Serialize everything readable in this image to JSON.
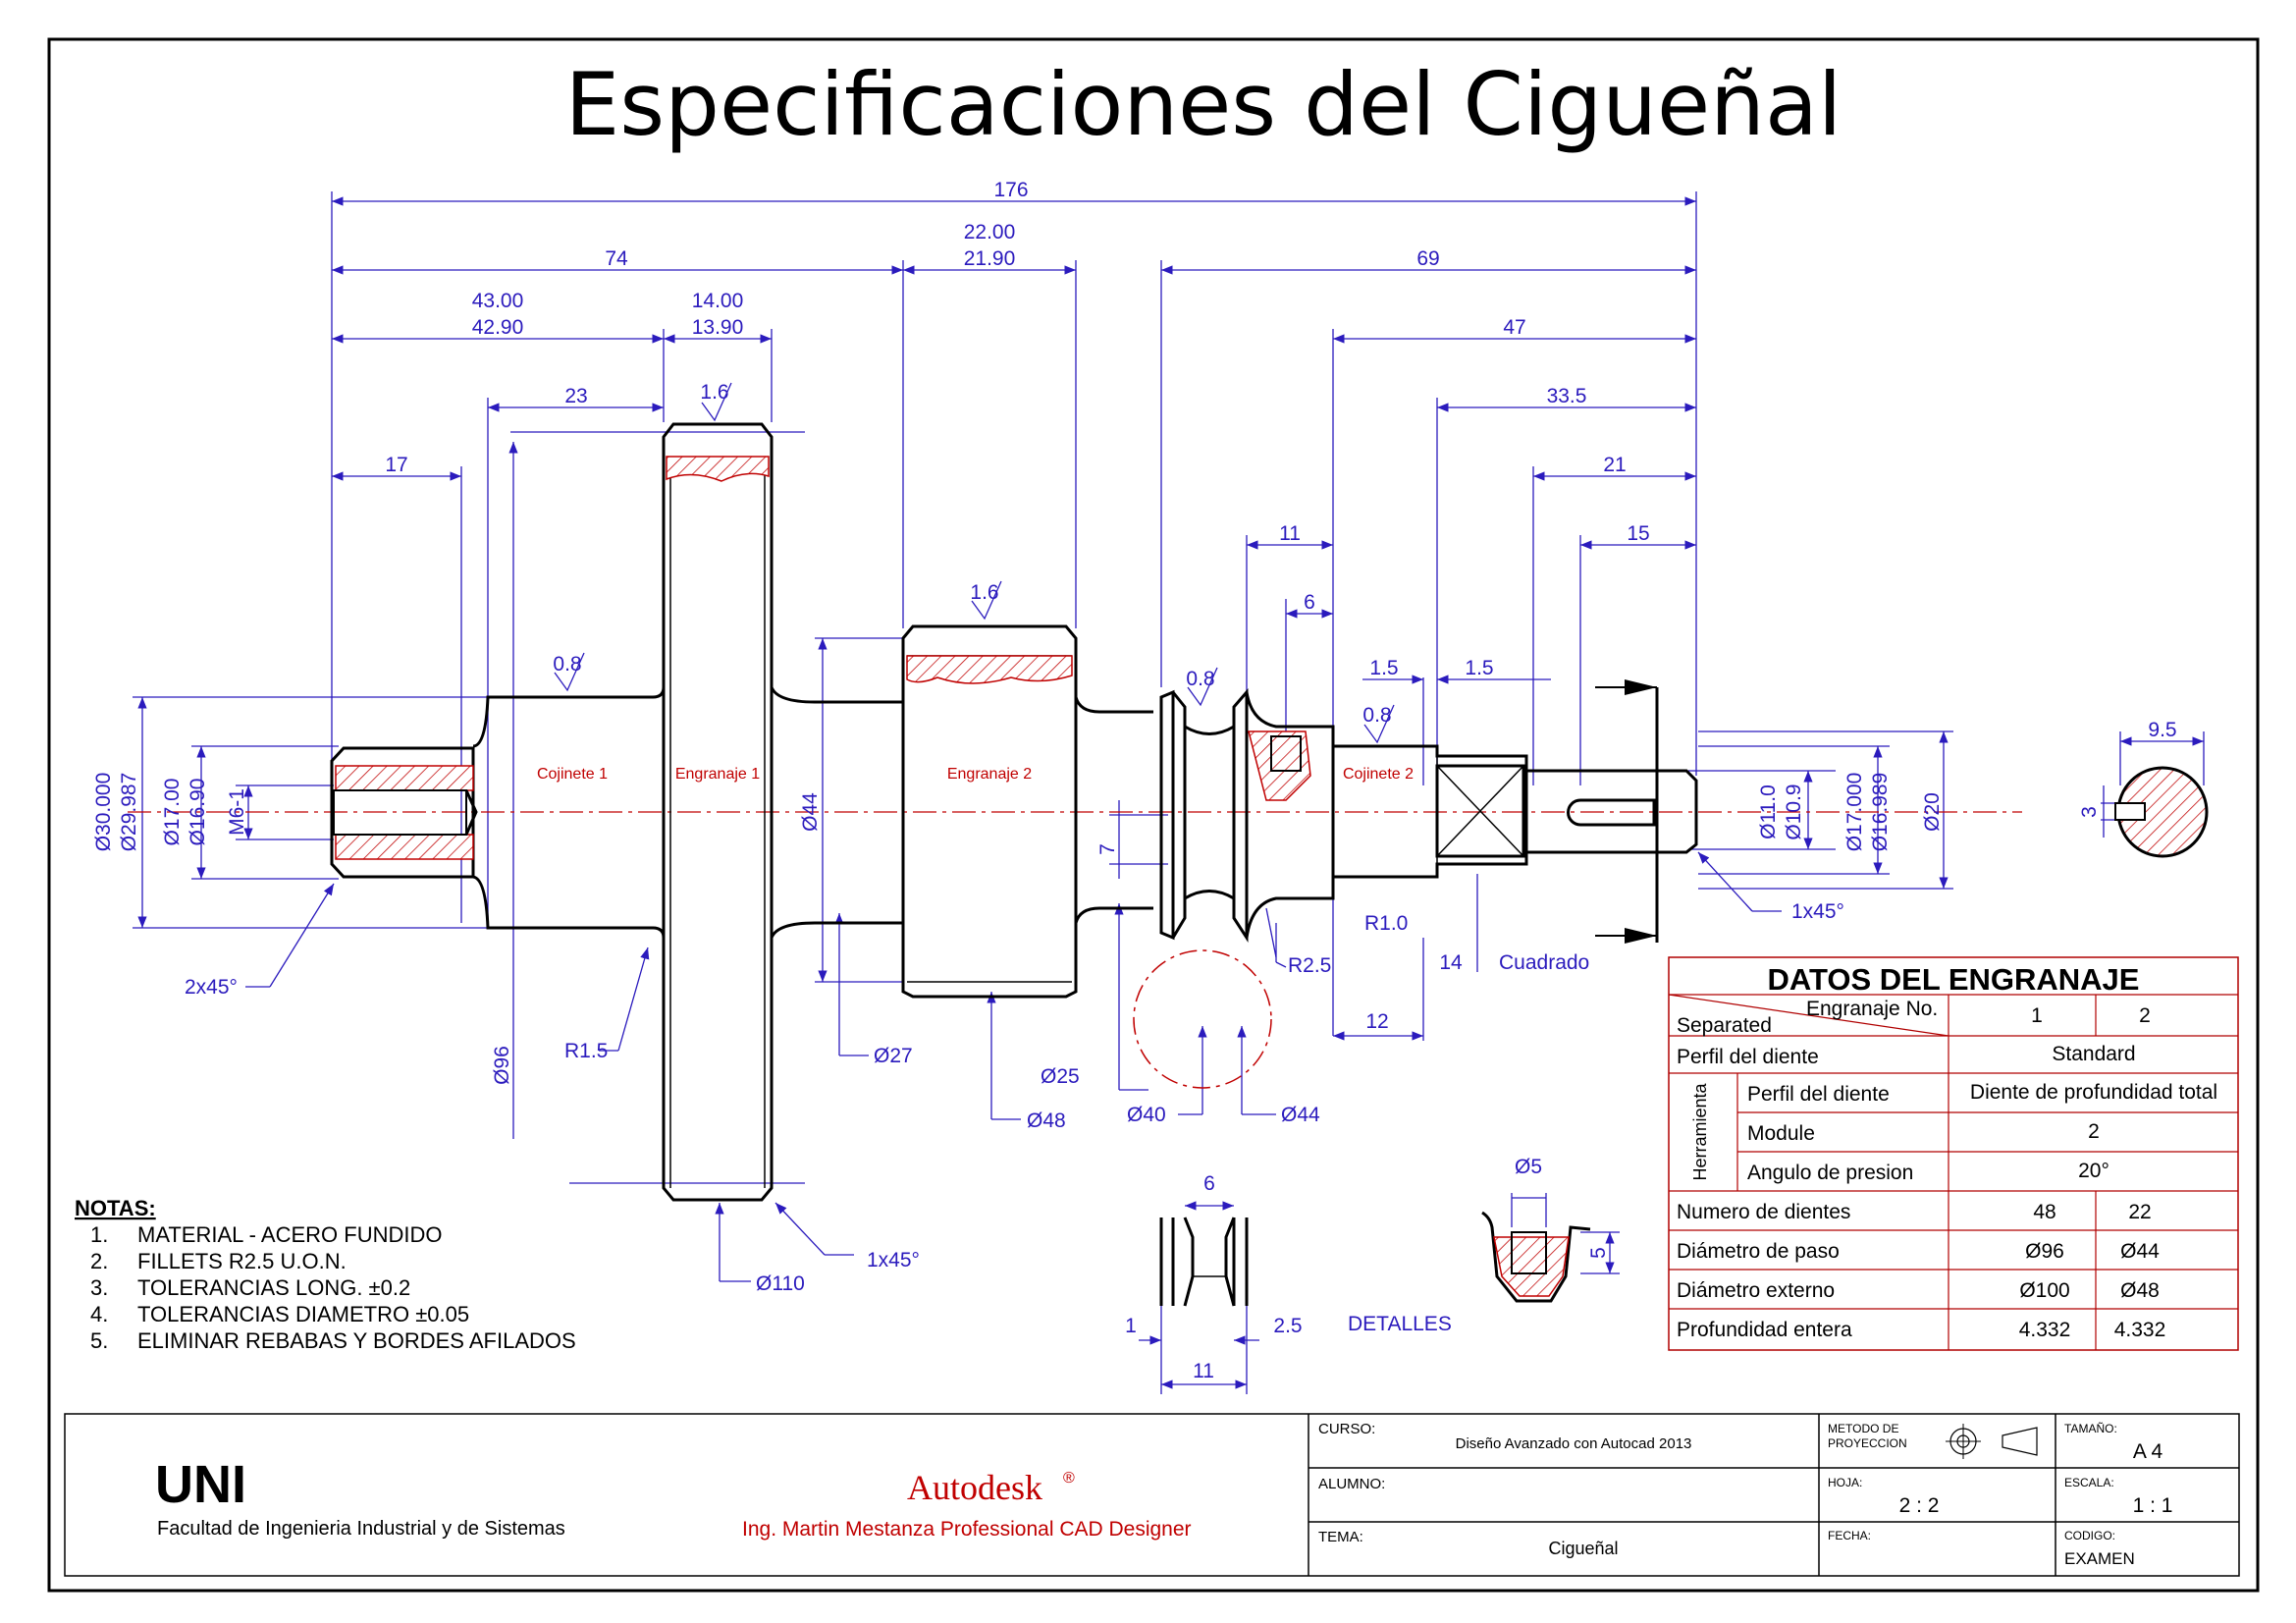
{
  "title": "Especificaciones del Cigueñal",
  "dimensions": {
    "d176": "176",
    "d74": "74",
    "d22a": "22.00",
    "d22b": "21.90",
    "d69": "69",
    "d43a": "43.00",
    "d43b": "42.90",
    "d14a": "14.00",
    "d14b": "13.90",
    "d47": "47",
    "d23": "23",
    "d16a": "1.6",
    "d335": "33.5",
    "d17": "17",
    "d21": "21",
    "d11a": "11",
    "d15": "15",
    "d16b": "1.6",
    "d6a": "6",
    "d08a": "0.8",
    "d15a": "1.5",
    "d15b": "1.5",
    "d08b": "0.8",
    "d08c": "0.8",
    "d95": "9.5",
    "dia30a": "Ø30.000",
    "dia30b": "Ø29.987",
    "dia17a": "Ø17.00",
    "dia17b": "Ø16.90",
    "m6": "M6-1",
    "dia44": "Ø44",
    "d7": "7",
    "dia11a": "Ø11.0",
    "dia11b": "Ø10.9",
    "dia17c": "Ø17.000",
    "dia17d": "Ø16.989",
    "dia20": "Ø20",
    "d3": "3",
    "c1x45a": "1x45°",
    "r10": "R1.0",
    "r25": "R2.5",
    "d14": "14",
    "cuadrado": "Cuadrado",
    "c2x45": "2x45°",
    "r15": "R1.5",
    "dia27": "Ø27",
    "d12": "12",
    "dia25": "Ø25",
    "dia96": "Ø96",
    "dia48": "Ø48",
    "dia40": "Ø40",
    "dia44b": "Ø44",
    "c1x45b": "1x45°",
    "dia110": "Ø110",
    "dia5": "Ø5",
    "d5": "5",
    "d6b": "6",
    "d1": "1",
    "d25": "2.5",
    "d11b": "11",
    "detalles": "DETALLES"
  },
  "parts": {
    "cojinete1": "Cojinete 1",
    "engranaje1": "Engranaje 1",
    "engranaje2": "Engranaje 2",
    "cojinete2": "Cojinete 2"
  },
  "notes": {
    "heading": "NOTAS:",
    "items": [
      {
        "n": "1.",
        "text": "MATERIAL - ACERO FUNDIDO"
      },
      {
        "n": "2.",
        "text": "FILLETS R2.5 U.O.N."
      },
      {
        "n": "3.",
        "text": "TOLERANCIAS LONG. ±0.2"
      },
      {
        "n": "4.",
        "text": "TOLERANCIAS DIAMETRO ±0.05"
      },
      {
        "n": "5.",
        "text": "ELIMINAR REBABAS Y BORDES AFILADOS"
      }
    ]
  },
  "gear_table": {
    "title": "DATOS DEL ENGRANAJE",
    "separated": "Separated",
    "gear_no_label": "Engranaje No.",
    "gear_no": [
      "1",
      "2"
    ],
    "profile_label": "Perfil del diente",
    "profile_value": "Standard",
    "tool_label": "Herramienta",
    "tool_profile_label": "Perfil del diente",
    "tool_profile_value": "Diente de profundidad total",
    "module_label": "Module",
    "module_value": "2",
    "pressure_label": "Angulo de presion",
    "pressure_value": "20°",
    "rows": [
      {
        "label": "Numero de dientes",
        "g1": "48",
        "g2": "22"
      },
      {
        "label": "Diámetro de paso",
        "g1": "Ø96",
        "g2": "Ø44"
      },
      {
        "label": "Diámetro externo",
        "g1": "Ø100",
        "g2": "Ø48"
      },
      {
        "label": "Profundidad entera",
        "g1": "4.332",
        "g2": "4.332"
      }
    ]
  },
  "title_block": {
    "uni": "UNI",
    "faculty": "Facultad de Ingenieria Industrial y de Sistemas",
    "brand": "Autodesk",
    "brand_mark": "®",
    "designer": "Ing. Martin Mestanza  Professional CAD Designer",
    "curso_label": "CURSO:",
    "curso_value": "Diseño Avanzado con Autocad 2013",
    "alumno_label": "ALUMNO:",
    "tema_label": "TEMA:",
    "tema_value": "Cigueñal",
    "metodo_label_1": "METODO DE",
    "metodo_label_2": "PROYECCION",
    "hoja_label": "HOJA:",
    "hoja_value": "2 : 2",
    "fecha_label": "FECHA:",
    "tamano_label": "TAMAÑO:",
    "tamano_value": "A 4",
    "escala_label": "ESCALA:",
    "escala_value": "1 : 1",
    "codigo_label": "CODIGO:",
    "codigo_value": "EXAMEN"
  }
}
